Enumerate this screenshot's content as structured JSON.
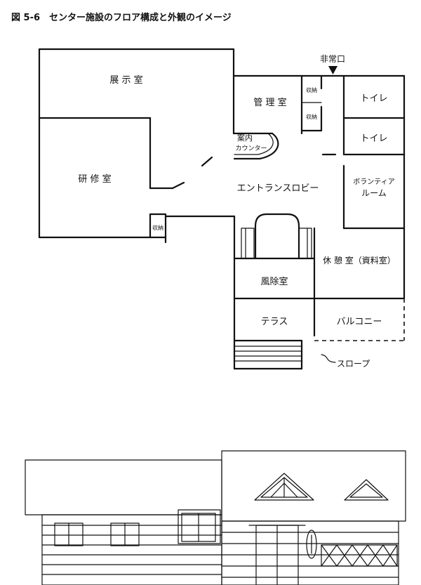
{
  "caption": "図 5-6　センター施設のフロア構成と外観のイメージ",
  "rooms": {
    "exhibition": "展 示 室",
    "training": "研 修 室",
    "management": "管 理 室",
    "storage_1": "収納",
    "storage_2": "収納",
    "storage_3": "収納",
    "info_1": "案内",
    "info_2": "カウンター",
    "toilet_1": "トイレ",
    "toilet_2": "トイレ",
    "volunteer_1": "ボランティア",
    "volunteer_2": "ルーム",
    "lobby": "エントランスロビー",
    "lounge": "休 憩 室（資料室）",
    "windbreak": "風除室",
    "terrace": "テラス",
    "balcony": "バルコニー",
    "slope": "スロープ",
    "emergency_exit": "非常口"
  }
}
